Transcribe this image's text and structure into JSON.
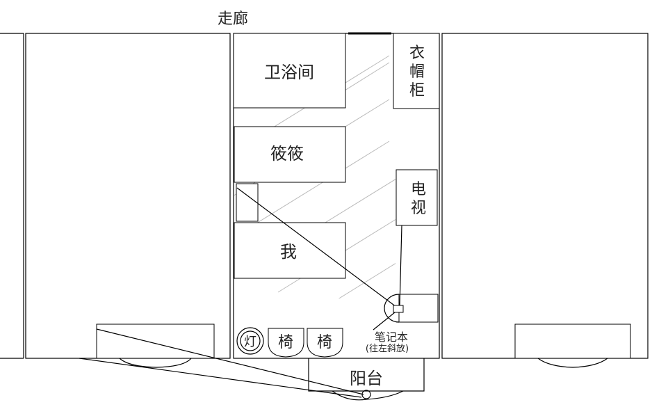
{
  "labels": {
    "corridor": "走廊",
    "bathroom": "卫浴间",
    "wardrobe": [
      "衣",
      "帽",
      "柜"
    ],
    "bed_xiaoxiao": "筱筱",
    "bed_me": "我",
    "tv": [
      "电",
      "视"
    ],
    "lamp": "灯",
    "chair_1": "椅",
    "chair_2": "椅",
    "laptop": "笔记本",
    "laptop_note": "(往左斜放)",
    "balcony": "阳台"
  }
}
